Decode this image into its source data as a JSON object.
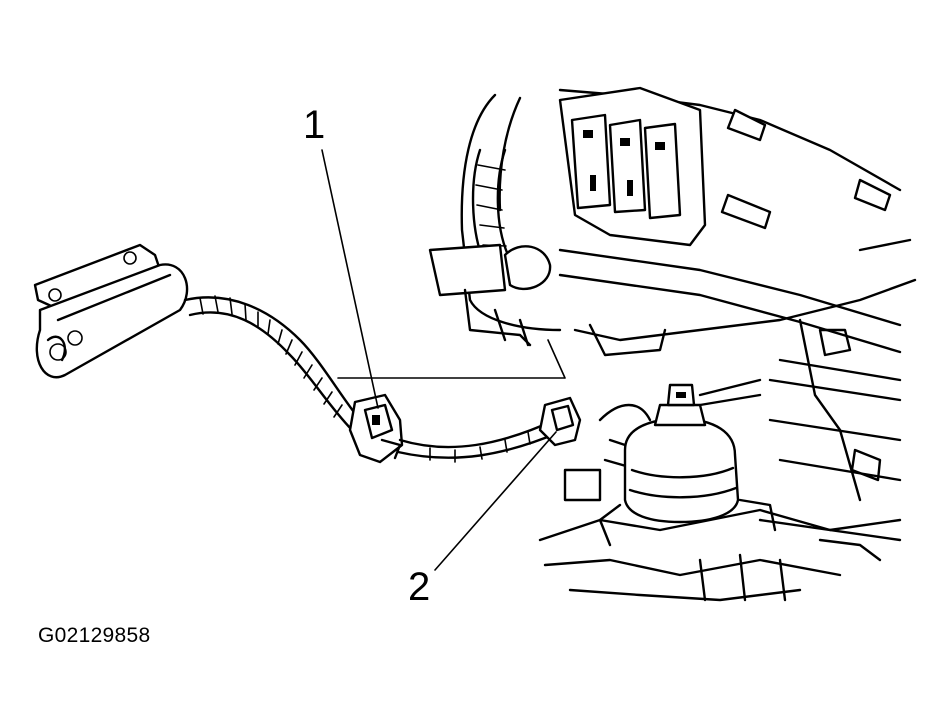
{
  "callouts": [
    {
      "label": "1"
    },
    {
      "label": "2"
    }
  ],
  "figure_id": "G02129858"
}
